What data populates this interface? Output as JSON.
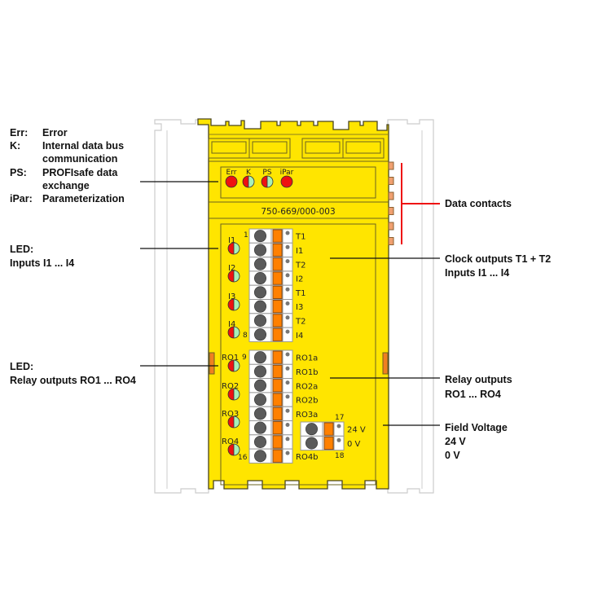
{
  "legend": [
    {
      "abbr": "Err:",
      "text": "Error"
    },
    {
      "abbr": "K:",
      "text": "Internal data bus communication"
    },
    {
      "abbr": "PS:",
      "text": "PROFIsafe data exchange"
    },
    {
      "abbr": "iPar:",
      "text": "Parameterization"
    }
  ],
  "left_labels": {
    "led_inputs_title": "LED:",
    "led_inputs_text": "Inputs I1 ... I4",
    "led_relay_title": "LED:",
    "led_relay_text": "Relay outputs RO1 ... RO4"
  },
  "right_labels": {
    "data_contacts": "Data contacts",
    "clock_outputs": "Clock outputs T1 + T2",
    "clock_inputs": "Inputs I1 ... I4",
    "relay_outputs": "Relay outputs",
    "relay_range": "RO1 ... RO4",
    "field_voltage": "Field Voltage",
    "fv_24": "24 V",
    "fv_0": "0 V"
  },
  "device": {
    "part_number": "750-669/000-003",
    "status_leds": [
      "Err",
      "K",
      "PS",
      "iPar"
    ],
    "input_leds": [
      "I1",
      "I2",
      "I3",
      "I4"
    ],
    "relay_leds": [
      "RO1",
      "RO2",
      "RO3",
      "RO4"
    ],
    "block1_first": "1",
    "block1_last": "8",
    "block1_terminals": [
      "T1",
      "I1",
      "T2",
      "I2",
      "T1",
      "I3",
      "T2",
      "I4"
    ],
    "block2_first": "9",
    "block2_last": "16",
    "block2_terminals": [
      "RO1a",
      "RO1b",
      "RO2a",
      "RO2b",
      "RO3a",
      "",
      "",
      "RO4b"
    ],
    "block3_first": "17",
    "block3_last": "18",
    "block3_terminals": [
      "24 V",
      "0 V"
    ]
  },
  "colors": {
    "body": "#ffe500",
    "outline": "#6b6420",
    "led_red": "#ee1111",
    "led_green": "#a8f0b8",
    "orange": "#ff8000",
    "terminal_gray": "#5a5a5a",
    "data_line": "#ee1111"
  }
}
